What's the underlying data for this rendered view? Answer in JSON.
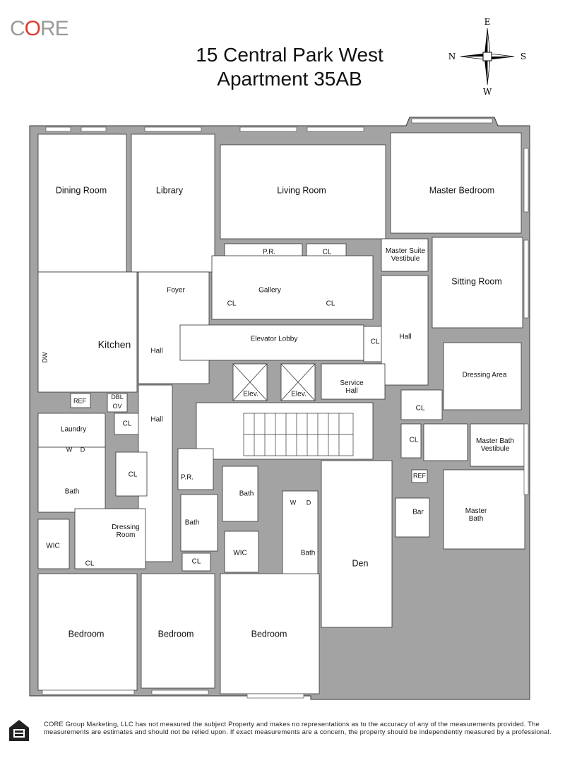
{
  "brand": {
    "logo_text": "CORE",
    "accent_color": "#e23a2e"
  },
  "header": {
    "title_line1": "15 Central Park West",
    "title_line2": "Apartment 35AB"
  },
  "compass": {
    "east": "E",
    "north": "N",
    "south": "S",
    "west": "W"
  },
  "rooms": {
    "dining_room": "Dining  Room",
    "library": "Library",
    "living_room": "Living Room",
    "master_bedroom": "Master Bedroom",
    "pr_top": "P.R.",
    "cl_top": "CL",
    "master_suite_vestibule": "Master Suite\nVestibule",
    "sitting_room": "Sitting Room",
    "foyer": "Foyer",
    "gallery": "Gallery",
    "cl_gallery_left": "CL",
    "cl_gallery_right": "CL",
    "kitchen": "Kitchen",
    "dw": "DW",
    "elevator_lobby": "Elevator Lobby",
    "hall_kitchen": "Hall",
    "cl_lobby": "CL",
    "hall_right": "Hall",
    "dressing_area": "Dressing Area",
    "elev1": "Elev.",
    "elev2": "Elev.",
    "service_hall": "Service\nHall",
    "ref_kitchen": "REF",
    "dbl_ov": "DBL\nOV",
    "laundry": "Laundry",
    "cl_laundry": "CL",
    "hall_left": "Hall",
    "cl_right1": "CL",
    "cl_right2": "CL",
    "master_bath_vestibule": "Master Bath\nVestibule",
    "w1": "W",
    "d1": "D",
    "bath_left": "Bath",
    "cl_mid": "CL",
    "pr_mid": "P.R.",
    "bath_mid": "Bath",
    "w2": "W",
    "d2": "D",
    "ref_bar": "REF",
    "bar": "Bar",
    "master_bath": "Master\nBath",
    "wic_left": "WIC",
    "dressing_room": "Dressing\nRoom",
    "cl_dressing": "CL",
    "bath_center": "Bath",
    "wic_center": "WIC",
    "bath_den": "Bath",
    "den": "Den",
    "cl_center": "CL",
    "bedroom1": "Bedroom",
    "bedroom2": "Bedroom",
    "bedroom3": "Bedroom"
  },
  "footer": {
    "disclaimer": "CORE Group Marketing, LLC has not measured the subject Property and makes no representations as to the accuracy of any of the measurements provided. The measurements are estimates and should not be relied upon. If exact measurements are a concern, the property should be independently measured by a professional."
  },
  "colors": {
    "wall": "#a3a3a3",
    "wall_stroke": "#333333"
  }
}
